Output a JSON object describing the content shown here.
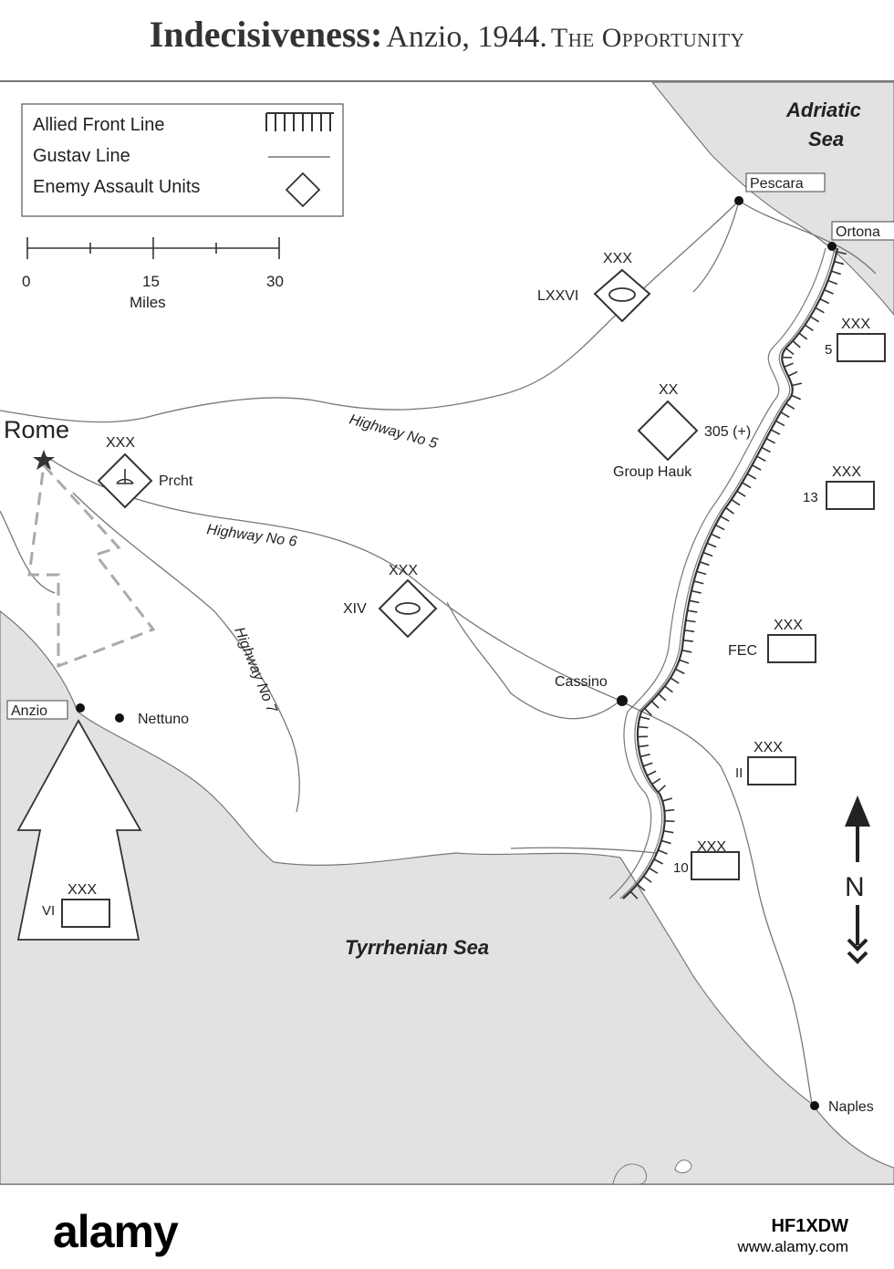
{
  "title": {
    "bold": "Indecisiveness:",
    "regular": "Anzio, 1944.",
    "smallcaps": "The Opportunity"
  },
  "legend": {
    "allied_front_line": "Allied Front Line",
    "gustav_line": "Gustav Line",
    "enemy_assault_units": "Enemy Assault Units"
  },
  "scale": {
    "t0": "0",
    "t15": "15",
    "t30": "30",
    "unit": "Miles"
  },
  "seas": {
    "adriatic_1": "Adriatic",
    "adriatic_2": "Sea",
    "tyrrhenian": "Tyrrhenian Sea"
  },
  "places": {
    "rome": "Rome",
    "pescara": "Pescara",
    "ortona": "Ortona",
    "cassino": "Cassino",
    "anzio": "Anzio",
    "nettuno": "Nettuno",
    "naples": "Naples"
  },
  "highways": {
    "hw5": "Highway No 5",
    "hw6": "Highway No 6",
    "hw7": "Highway No 7"
  },
  "enemy_units": {
    "lxxvi_echelon": "XXX",
    "lxxvi_name": "LXXVI",
    "hauk_echelon": "XX",
    "hauk_num": "305 (+)",
    "hauk_name": "Group Hauk",
    "prcht_echelon": "XXX",
    "prcht_name": "Prcht",
    "xiv_echelon": "XXX",
    "xiv_name": "XIV"
  },
  "allied_units": {
    "u5_echelon": "XXX",
    "u5_name": "5",
    "u13_echelon": "XXX",
    "u13_name": "13",
    "fec_echelon": "XXX",
    "fec_name": "FEC",
    "ii_echelon": "XXX",
    "ii_name": "II",
    "u10_echelon": "XXX",
    "u10_name": "10",
    "vi_echelon": "XXX",
    "vi_name": "VI"
  },
  "north_label": "N",
  "watermark": {
    "logo": "alamy",
    "image_id": "HF1XDW",
    "url": "www.alamy.com"
  }
}
